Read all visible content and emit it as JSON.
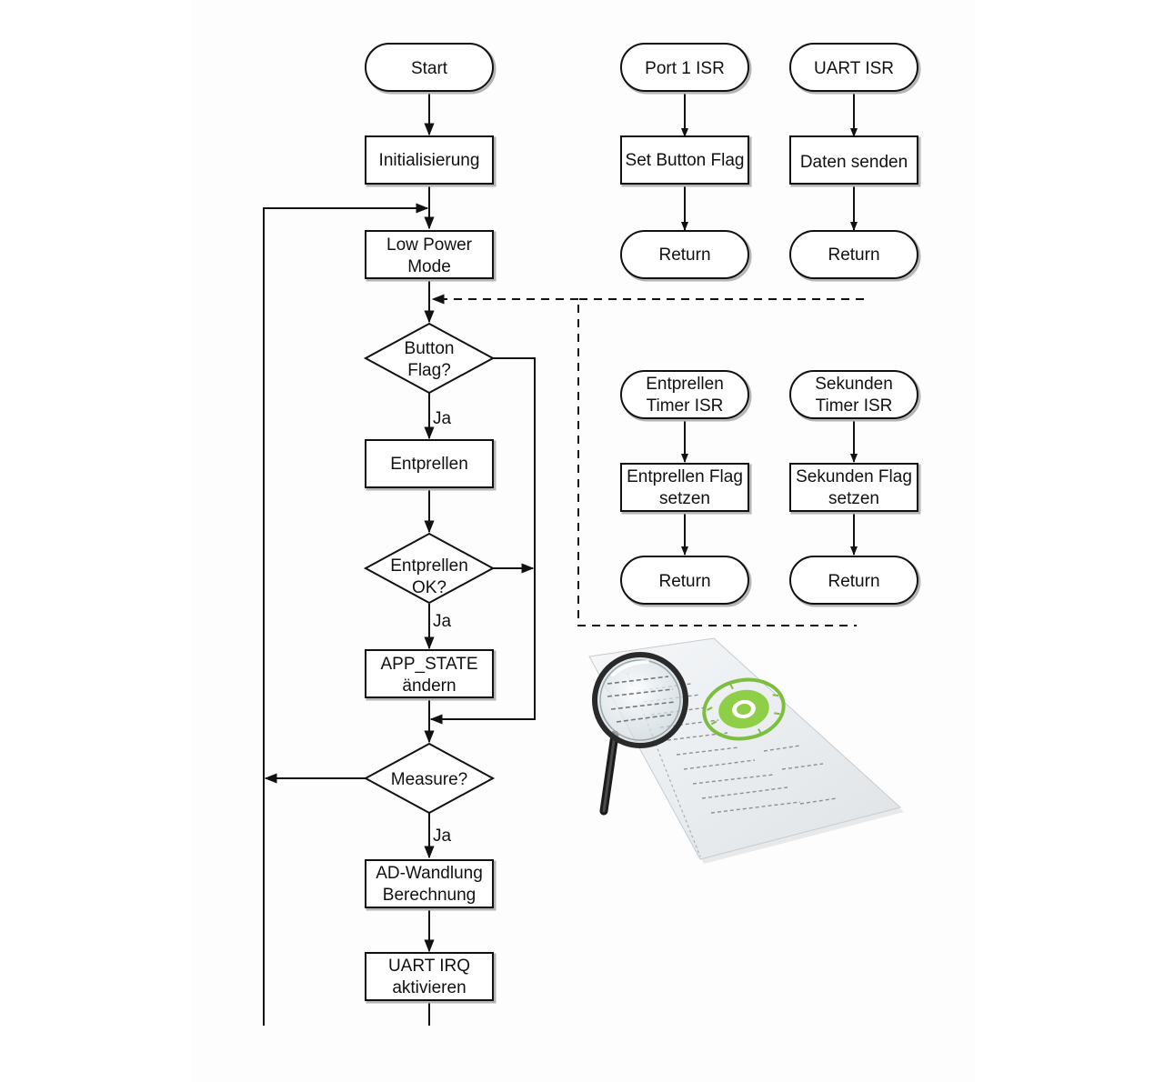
{
  "main_flow": {
    "start": "Start",
    "init": "Initialisierung",
    "low_power": [
      "Low Power",
      "Mode"
    ],
    "button_flag": [
      "Button",
      "Flag?"
    ],
    "yes_1": "Ja",
    "entprellen": "Entprellen",
    "entprellen_ok": [
      "Entprellen",
      "OK?"
    ],
    "yes_2": "Ja",
    "app_state": [
      "APP_STATE",
      "ändern"
    ],
    "measure": "Measure?",
    "yes_3": "Ja",
    "ad_wandlung": [
      "AD-Wandlung",
      "Berechnung"
    ],
    "uart_irq": [
      "UART IRQ",
      "aktivieren"
    ]
  },
  "isr": {
    "port1": {
      "start": "Port 1 ISR",
      "action": "Set Button Flag",
      "end": "Return"
    },
    "uart": {
      "start": "UART ISR",
      "action": "Daten senden",
      "end": "Return"
    },
    "entprellen_timer": {
      "start": [
        "Entprellen",
        "Timer ISR"
      ],
      "action": [
        "Entprellen Flag",
        "setzen"
      ],
      "end": "Return"
    },
    "sekunden_timer": {
      "start": [
        "Sekunden",
        "Timer ISR"
      ],
      "action": [
        "Sekunden Flag",
        "setzen"
      ],
      "end": "Return"
    }
  },
  "illustration": {
    "name": "certificate-with-magnifier"
  }
}
